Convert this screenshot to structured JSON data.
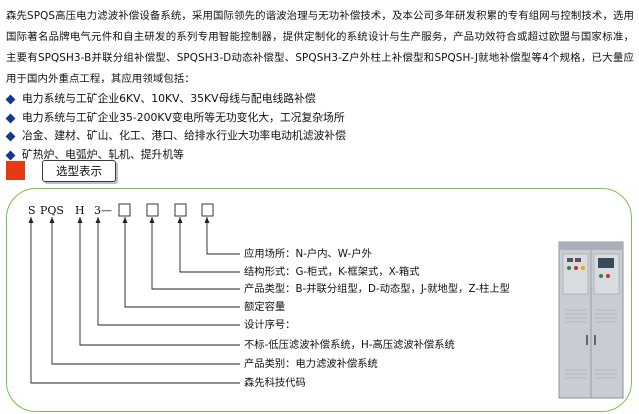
{
  "intro": "森先SPQS高压电力滤波补偿设备系统，采用国际领先的谐波治理与无功补偿技术，及本公司多年研发积累的专有组网与控制技术，选用国际著名品牌电气元件和自主研发的系列专用智能控制器，提供定制化的系统设计与生产服务，产品功效符合或超过欧盟与国家标准，主要有SPQSH3-B并联分组补偿型、SPQSH3-D动态补偿型、SPQSH3-Z户外柱上补偿型和SPQSH-J就地补偿型等4个规格，已大量应用于国内外重点工程，其应用领域包括：",
  "bullets": [
    "电力系统与工矿企业6KV、10KV、35KV母线与配电线路补偿",
    "电力系统与工矿企业35-200KV变电所等无功变化大，工况复杂场所",
    "冶金、建材、矿山、化工、港口、给排水行业大功率电动机滤波补偿",
    "矿热炉、电弧炉、轧机、提升机等"
  ],
  "section_title": "选型表示",
  "model_code": {
    "s": "S",
    "pqs": "PQS",
    "h": "H",
    "three_dash": "3—"
  },
  "labels": {
    "application": "应用场所：N-户内、W-户外",
    "structure": "结构形式：G-柜式，K-框架式，X-箱式",
    "product_type": "产品类型：B-并联分组型，D-动态型，J-就地型，Z-柱上型",
    "rated_capacity": "额定容量",
    "design_seq": "设计序号：",
    "system_type": "不标-低压滤波补偿系统，H-高压滤波补偿系统",
    "product_category": "产品类别：电力滤波补偿系统",
    "company_code": "森先科技代码"
  },
  "colors": {
    "bullet": "#123a8c",
    "section_square": "#e63a12",
    "panel_border": "#7dc24a",
    "cabinet": "#c9cdd3",
    "leader": "#222222"
  },
  "icons": [
    "diamond-bullet-icon",
    "red-square-icon",
    "switchgear-cabinet-icon"
  ]
}
